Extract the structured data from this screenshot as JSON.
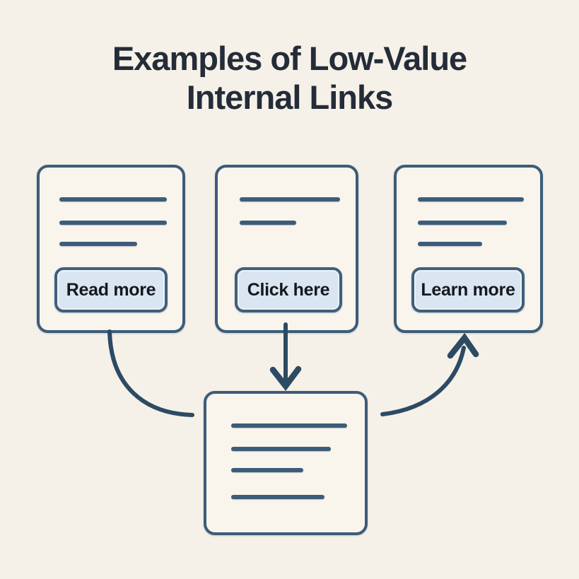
{
  "title": {
    "line1": "Examples of Low-Value",
    "line2": "Internal Links"
  },
  "cards": [
    {
      "name": "source-page-1",
      "button_label": "Read more"
    },
    {
      "name": "source-page-2",
      "button_label": "Click here"
    },
    {
      "name": "source-page-3",
      "button_label": "Learn more"
    }
  ],
  "connectors": [
    {
      "from": "source-page-1",
      "to": "target-page",
      "style": "curved-down-right",
      "arrowhead": false
    },
    {
      "from": "source-page-2",
      "to": "target-page",
      "style": "straight-down",
      "arrowhead": true
    },
    {
      "from": "target-page",
      "to": "source-page-3",
      "style": "curved-up-right",
      "arrowhead": true
    }
  ],
  "colors": {
    "bg": "#f5f1e8",
    "card-bg": "#f9f5ec",
    "stroke": "#3c5c79",
    "stroke-dark": "#2d4a63",
    "button-bg": "#d9e5f1",
    "button-border": "#3f5f7d",
    "title-color": "#242c39",
    "button-text": "#15181e"
  }
}
